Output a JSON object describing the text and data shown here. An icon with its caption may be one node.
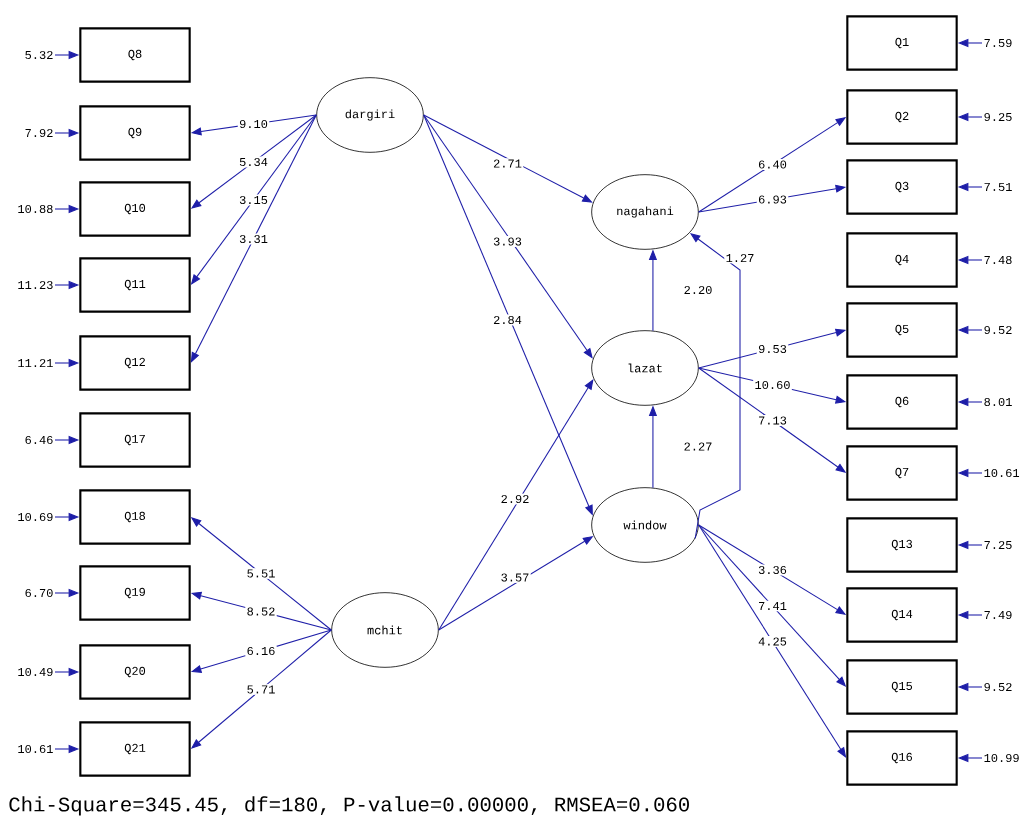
{
  "diagram": {
    "caption": "Chi-Square=345.45, df=180, P-value=0.00000, RMSEA=0.060",
    "nodes": [
      {
        "text": [
          "Q8"
        ]
      },
      {
        "text": [
          "Q9"
        ]
      },
      {
        "text": [
          "Q10"
        ]
      },
      {
        "text": [
          "Q11"
        ]
      },
      {
        "text": [
          "Q12"
        ]
      },
      {
        "text": [
          "Q17"
        ]
      },
      {
        "text": [
          "Q18"
        ]
      },
      {
        "text": [
          "Q19"
        ]
      },
      {
        "text": [
          "Q20"
        ]
      },
      {
        "text": [
          "Q21"
        ]
      },
      {
        "text": [
          "dargiri"
        ]
      },
      {
        "text": [
          "mchit"
        ]
      },
      {
        "text": [
          "nagahani"
        ]
      },
      {
        "text": [
          "lazat"
        ]
      },
      {
        "text": [
          "window"
        ]
      },
      {
        "text": [
          "Q1"
        ]
      },
      {
        "text": [
          "Q2"
        ]
      },
      {
        "text": [
          "Q3"
        ]
      },
      {
        "text": [
          "Q4"
        ]
      },
      {
        "text": [
          "Q5"
        ]
      },
      {
        "text": [
          "Q6"
        ]
      },
      {
        "text": [
          "Q7"
        ]
      },
      {
        "text": [
          "Q13"
        ]
      },
      {
        "text": [
          "Q14"
        ]
      },
      {
        "text": [
          "Q15"
        ]
      },
      {
        "text": [
          "Q16"
        ]
      }
    ],
    "edges": [
      {
        "from": 10,
        "to": 1,
        "arrow": "to",
        "label": "9.10"
      },
      {
        "from": 10,
        "to": 2,
        "arrow": "to",
        "label": "5.34"
      },
      {
        "from": 10,
        "to": 3,
        "arrow": "to",
        "label": "3.15"
      },
      {
        "from": 10,
        "to": 4,
        "arrow": "to",
        "label": "3.31"
      },
      {
        "from": 11,
        "to": 6,
        "arrow": "to",
        "label": "5.51"
      },
      {
        "from": 11,
        "to": 7,
        "arrow": "to",
        "label": "8.52"
      },
      {
        "from": 11,
        "to": 8,
        "arrow": "to",
        "label": "6.16"
      },
      {
        "from": 11,
        "to": 9,
        "arrow": "to",
        "label": "5.71"
      },
      {
        "from": 10,
        "to": 12,
        "arrow": "to",
        "label": "2.71"
      },
      {
        "from": 10,
        "to": 13,
        "arrow": "to",
        "label": "3.93"
      },
      {
        "from": 10,
        "to": 14,
        "arrow": "to",
        "label": "2.84"
      },
      {
        "from": 11,
        "to": 13,
        "arrow": "to",
        "label": "2.92"
      },
      {
        "from": 11,
        "to": 14,
        "arrow": "to",
        "label": "3.57"
      },
      {
        "from": 13,
        "to": 12,
        "arrow": "to",
        "label": "2.20"
      },
      {
        "from": 14,
        "to": 13,
        "arrow": "to",
        "label": "2.27"
      },
      {
        "from": 14,
        "to": 12,
        "arrow": "to",
        "label": "1.27"
      },
      {
        "from": 12,
        "to": 16,
        "arrow": "to",
        "label": "6.40"
      },
      {
        "from": 12,
        "to": 17,
        "arrow": "to",
        "label": "6.93"
      },
      {
        "from": 13,
        "to": 19,
        "arrow": "to",
        "label": "9.53"
      },
      {
        "from": 13,
        "to": 20,
        "arrow": "to",
        "label": "10.60"
      },
      {
        "from": 13,
        "to": 21,
        "arrow": "to",
        "label": "7.13"
      },
      {
        "from": 14,
        "to": 23,
        "arrow": "to",
        "label": "3.36"
      },
      {
        "from": 14,
        "to": 24,
        "arrow": "to",
        "label": "7.41"
      },
      {
        "from": 14,
        "to": 25,
        "arrow": "to",
        "label": "4.25"
      },
      {
        "from": null,
        "to": 0,
        "arrow": "to",
        "label": "5.32"
      },
      {
        "from": null,
        "to": 1,
        "arrow": "to",
        "label": "7.92"
      },
      {
        "from": null,
        "to": 2,
        "arrow": "to",
        "label": "10.88"
      },
      {
        "from": null,
        "to": 3,
        "arrow": "to",
        "label": "11.23"
      },
      {
        "from": null,
        "to": 4,
        "arrow": "to",
        "label": "11.21"
      },
      {
        "from": null,
        "to": 5,
        "arrow": "to",
        "label": "6.46"
      },
      {
        "from": null,
        "to": 6,
        "arrow": "to",
        "label": "10.69"
      },
      {
        "from": null,
        "to": 7,
        "arrow": "to",
        "label": "6.70"
      },
      {
        "from": null,
        "to": 8,
        "arrow": "to",
        "label": "10.49"
      },
      {
        "from": null,
        "to": 9,
        "arrow": "to",
        "label": "10.61"
      },
      {
        "from": null,
        "to": 15,
        "arrow": "to",
        "label": "7.59"
      },
      {
        "from": null,
        "to": 16,
        "arrow": "to",
        "label": "9.25"
      },
      {
        "from": null,
        "to": 17,
        "arrow": "to",
        "label": "7.51"
      },
      {
        "from": null,
        "to": 18,
        "arrow": "to",
        "label": "7.48"
      },
      {
        "from": null,
        "to": 19,
        "arrow": "to",
        "label": "9.52"
      },
      {
        "from": null,
        "to": 20,
        "arrow": "to",
        "label": "8.01"
      },
      {
        "from": null,
        "to": 21,
        "arrow": "to",
        "label": "10.61"
      },
      {
        "from": null,
        "to": 22,
        "arrow": "to",
        "label": "7.25"
      },
      {
        "from": null,
        "to": 23,
        "arrow": "to",
        "label": "7.49"
      },
      {
        "from": null,
        "to": 24,
        "arrow": "to",
        "label": "9.52"
      },
      {
        "from": null,
        "to": 25,
        "arrow": "to",
        "label": "10.99"
      }
    ]
  }
}
